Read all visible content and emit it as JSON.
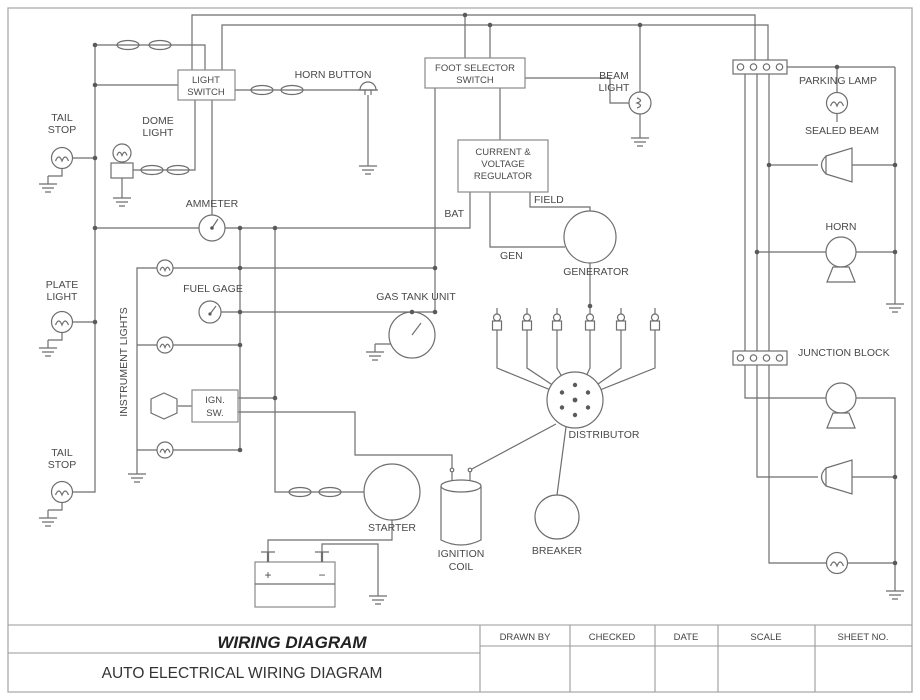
{
  "labels": {
    "tail_stop_top": [
      "TAIL",
      "STOP"
    ],
    "dome_light": [
      "DOME",
      "LIGHT"
    ],
    "light_switch": [
      "LIGHT",
      "SWITCH"
    ],
    "horn_button": [
      "HORN BUTTON"
    ],
    "foot_selector_switch": [
      "FOOT SELECTOR",
      "SWITCH"
    ],
    "beam_light": [
      "BEAM",
      "LIGHT"
    ],
    "parking_lamp": [
      "PARKING LAMP"
    ],
    "sealed_beam": [
      "SEALED BEAM"
    ],
    "current_voltage_regulator": [
      "CURRENT &",
      "VOLTAGE",
      "REGULATOR"
    ],
    "bat": [
      "BAT"
    ],
    "field": [
      "FIELD"
    ],
    "gen": [
      "GEN"
    ],
    "generator": [
      "GENERATOR"
    ],
    "ammeter": [
      "AMMETER"
    ],
    "horn": [
      "HORN"
    ],
    "plate_light": [
      "PLATE",
      "LIGHT"
    ],
    "fuel_gage": [
      "FUEL GAGE"
    ],
    "instrument_lights": [
      "INSTRUMENT LIGHTS"
    ],
    "gas_tank_unit": [
      "GAS TANK UNIT"
    ],
    "junction_block": [
      "JUNCTION BLOCK"
    ],
    "ign_sw": [
      "IGN.",
      "SW."
    ],
    "distributor": [
      "DISTRIBUTOR"
    ],
    "tail_stop_bottom": [
      "TAIL",
      "STOP"
    ],
    "starter": [
      "STARTER"
    ],
    "ignition_coil": [
      "IGNITION",
      "COIL"
    ],
    "breaker": [
      "BREAKER"
    ],
    "battery_plus": "+",
    "battery_minus": "−"
  },
  "title_block": {
    "title": "WIRING DIAGRAM",
    "subtitle": "AUTO ELECTRICAL WIRING DIAGRAM",
    "fields": [
      "DRAWN BY",
      "CHECKED",
      "DATE",
      "SCALE",
      "SHEET NO."
    ]
  },
  "colors": {
    "wire": "#6e6e6e",
    "label_text": "#4a4a4a",
    "background": "#ffffff"
  }
}
